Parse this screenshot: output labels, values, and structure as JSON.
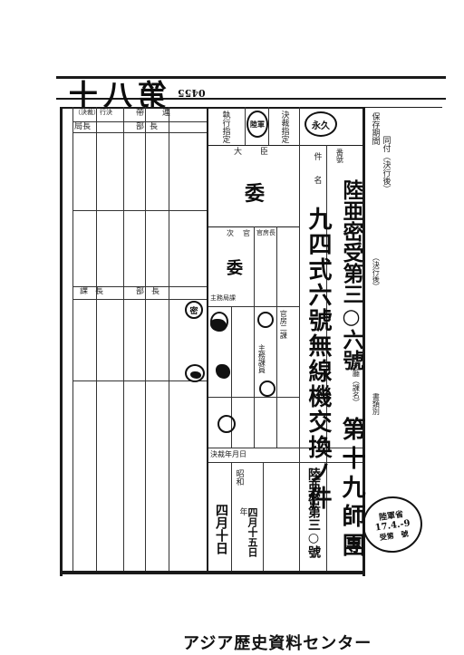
{
  "header": {
    "volume_mark": "第八十",
    "page_number": "0455"
  },
  "right_column": {
    "row1": "保存期間",
    "row2": "同付（決行後）",
    "row3": "（決行後）",
    "row4": "起元廳（課名）",
    "classification": "書類別"
  },
  "labels": {
    "kessai_shitei": "決裁指定",
    "shikko_shitei": "執行指定",
    "ken": "件",
    "mei": "名",
    "bango": "番號",
    "daijin": "大臣",
    "jikan": "次官",
    "kanbo": "官房長",
    "kyokucho": "局長",
    "bucho": "部長",
    "kacho": "課長",
    "obiren": "帶連",
    "kessai_shiko": "（決裁）行決",
    "kanbo_ni": "官房二課",
    "shumu": "主務課員",
    "shumu_kyoku": "主務局課",
    "kessai_date_label": "決裁年月日",
    "era": "昭和",
    "year": "年"
  },
  "stamps": {
    "eikyu": "永久",
    "kaku": "陸軍",
    "mitsu": "密"
  },
  "handwriting": {
    "bango": "陸亜密受第三○六號",
    "kenmei": "九四式六號無線機交換ノ件",
    "kigen": "第十九師團",
    "daijin_sign": "委",
    "jikan_sign": "委",
    "issue_number": "陸亜密第三○號",
    "month_day": "四月十日",
    "month_day2": "四月十五日"
  },
  "received_stamp": {
    "text": "陸軍省",
    "date": "17.4.-9",
    "sub": "受第　號"
  },
  "footer": {
    "archive": "アジア歴史資料センター"
  }
}
